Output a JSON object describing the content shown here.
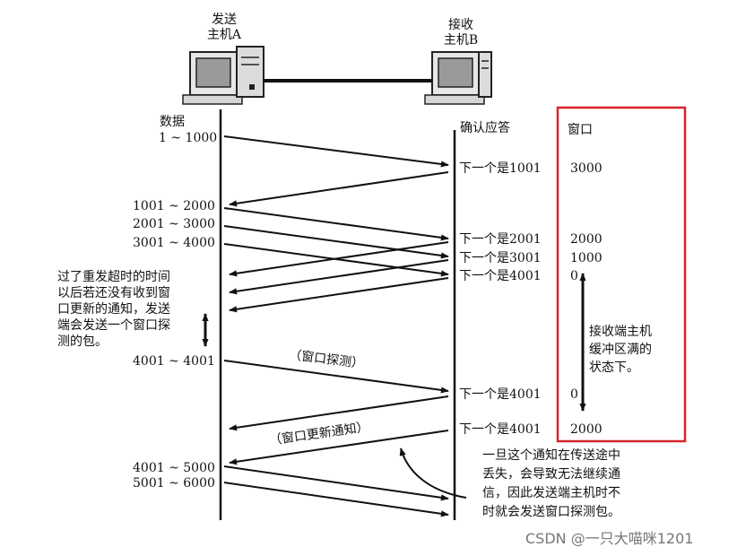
{
  "hostA": {
    "line1": "发送",
    "line2": "主机A"
  },
  "hostB": {
    "line1": "接收",
    "line2": "主机B"
  },
  "data_header": "数据",
  "ack_header": "确认应答",
  "window_header": "窗口",
  "ranges": [
    "1 ~ 1000",
    "1001 ~ 2000",
    "2001 ~ 3000",
    "3001 ~ 4000",
    "4001 ~ 4001",
    "4001 ~ 5000",
    "5001 ~ 6000"
  ],
  "acks": [
    "下一个是1001",
    "下一个是2001",
    "下一个是3001",
    "下一个是4001",
    "下一个是4001",
    "下一个是4001"
  ],
  "windows": [
    "3000",
    "2000",
    "1000",
    "0",
    "0",
    "2000"
  ],
  "probe_label": "（窗口探测）",
  "update_label": "（窗口更新通知）",
  "note_timeout": {
    "line1": "过了重发超时的时间",
    "line2": "以后若还没有收到窗",
    "line3": "口更新的通知，发送",
    "line4": "端会发送一个窗口探",
    "line5": "测的包。"
  },
  "note_buffer": {
    "line1": "接收端主机",
    "line2": "缓冲区满的",
    "line3": "状态下。"
  },
  "note_lost": {
    "line1": "一旦这个通知在传送途中",
    "line2": "丢失，会导致无法继续通",
    "line3": "信，因此发送端主机时不",
    "line4": "时就会发送窗口探测包。"
  },
  "watermark": "CSDN @一只大喵咪1201",
  "colors": {
    "highlight_box": "#d9242b",
    "ink": "#111111"
  }
}
